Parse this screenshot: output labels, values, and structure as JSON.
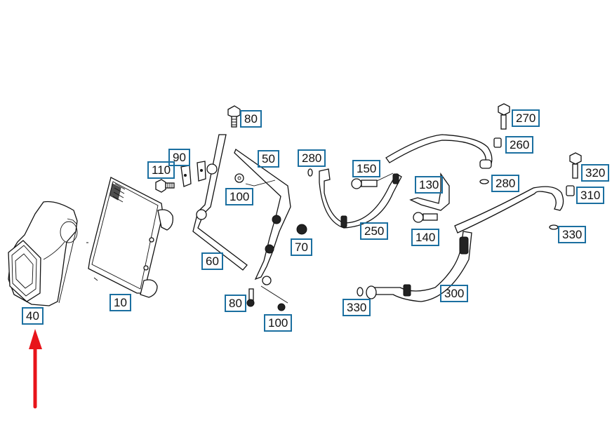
{
  "diagram": {
    "title": "Intercooler / charge air cooler parts diagram",
    "callout_border_color": "#1b6fa0",
    "indicator_arrow_color": "#e8141a",
    "highlighted_part": "40",
    "callouts": [
      {
        "id": "c80a",
        "label": "80"
      },
      {
        "id": "c270",
        "label": "270"
      },
      {
        "id": "c260",
        "label": "260"
      },
      {
        "id": "c90",
        "label": "90"
      },
      {
        "id": "c50",
        "label": "50"
      },
      {
        "id": "c280a",
        "label": "280"
      },
      {
        "id": "c110",
        "label": "110"
      },
      {
        "id": "c150",
        "label": "150"
      },
      {
        "id": "c320",
        "label": "320"
      },
      {
        "id": "c130",
        "label": "130"
      },
      {
        "id": "c280b",
        "label": "280"
      },
      {
        "id": "c100a",
        "label": "100"
      },
      {
        "id": "c310",
        "label": "310"
      },
      {
        "id": "c250",
        "label": "250"
      },
      {
        "id": "c330a",
        "label": "330"
      },
      {
        "id": "c140",
        "label": "140"
      },
      {
        "id": "c70",
        "label": "70"
      },
      {
        "id": "c60",
        "label": "60"
      },
      {
        "id": "c300",
        "label": "300"
      },
      {
        "id": "c10",
        "label": "10"
      },
      {
        "id": "c80b",
        "label": "80"
      },
      {
        "id": "c330b",
        "label": "330"
      },
      {
        "id": "c40",
        "label": "40"
      },
      {
        "id": "c100b",
        "label": "100"
      }
    ]
  }
}
